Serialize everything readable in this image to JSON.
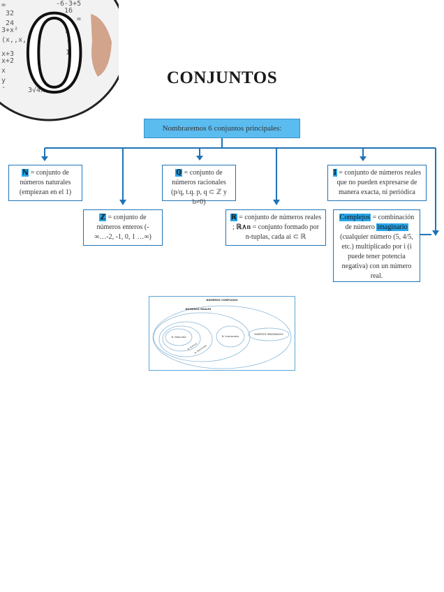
{
  "title": "CONJUNTOS",
  "main_box": "Nombraremos 6 conjuntos principales:",
  "sets": {
    "naturales": {
      "symbol": "ℕ",
      "text": " = conjunto de números naturales (empiezan en el 1)"
    },
    "enteros": {
      "symbol": "ℤ",
      "text": " = conjunto de números enteros (-∞…-2, -1, 0, 1 …∞)"
    },
    "racionales": {
      "symbol": "ℚ",
      "text": " = conjunto de números racionales (p/q,  t.q. p, q ⊂ ℤ y b≠0)"
    },
    "reales": {
      "symbol": "ℝ",
      "text_a": " = conjunto de números reales ; ",
      "symbol2": "ℝ∧n",
      "text_b": " = conjunto formado por n-tuplas, cada ai ⊂ ℝ"
    },
    "irracionales": {
      "symbol": "𝕀",
      "text": " = conjunto de números reales que no pueden expresarse de manera exacta, ni periódica"
    },
    "complejos": {
      "symbol": "Complejos",
      "text_a": " = combinación de número ",
      "highlight2": "imaginario",
      "text_b": " (cualquier número (5, 4/5, etc.) multiplicado por i (i puede tener potencia negativa) con un número real."
    }
  },
  "venn": {
    "outer": "NÚMEROS COMPLEJOS",
    "reales": "NÚMEROS REALES",
    "naturales": "N. Naturales",
    "enteros": "N. Enteros",
    "racionales": "N. Racionales",
    "irracionales": "N. Irracionales",
    "imaginarios": "NÚMEROS IMAGINARIOS"
  },
  "colors": {
    "line": "#1f73b7",
    "main_fill": "#5bbcf0",
    "highlight": "#29a6ea"
  },
  "icons": [
    "math-chalkboard-image",
    "zero-digit-image"
  ]
}
